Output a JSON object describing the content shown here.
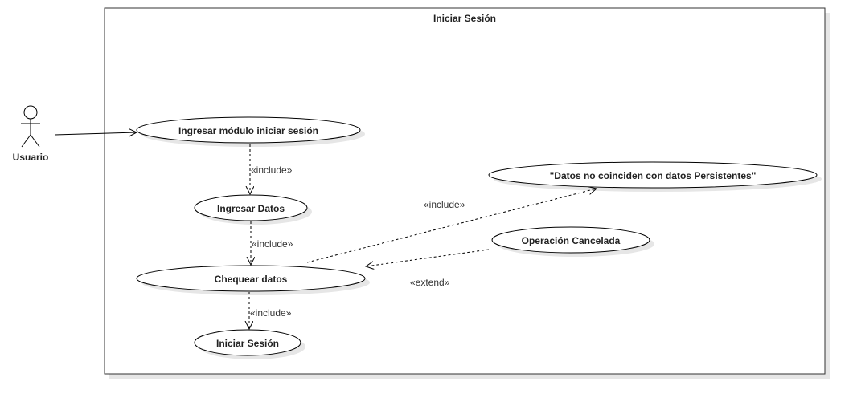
{
  "system": {
    "title": "Iniciar Sesión"
  },
  "actor": {
    "name": "Usuario"
  },
  "use_cases": {
    "ingresar_modulo": "Ingresar módulo iniciar sesión",
    "ingresar_datos": "Ingresar Datos",
    "chequear_datos": "Chequear datos",
    "iniciar_sesion": "Iniciar Sesión",
    "datos_no_coinciden": "\"Datos no coinciden con datos Persistentes\"",
    "operacion_cancelada": "Operación Cancelada"
  },
  "relations": {
    "include_1": "«include»",
    "include_2": "«include»",
    "include_3": "«include»",
    "include_4": "«include»",
    "extend_1": "«extend»"
  }
}
